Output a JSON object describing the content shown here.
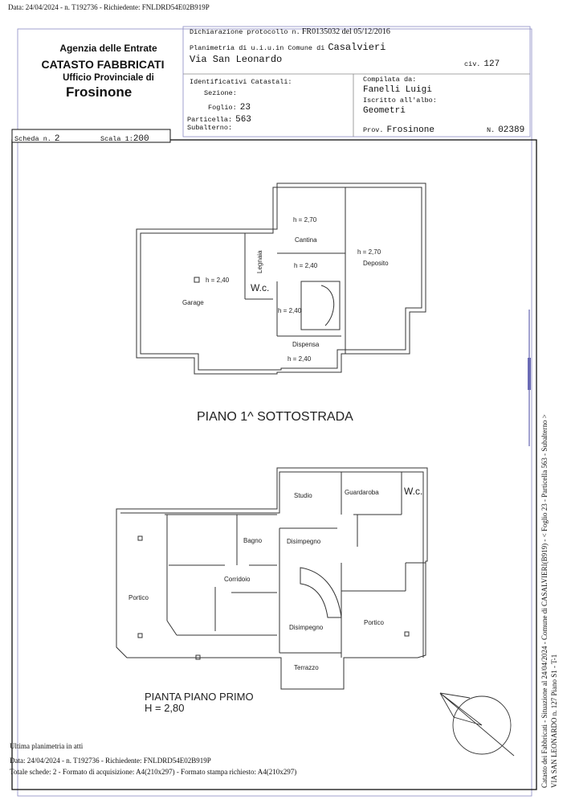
{
  "top_line": "Data: 24/04/2024 - n. T192736 - Richiedente: FNLDRD54E02B919P",
  "agency": {
    "line1": "Agenzia delle Entrate",
    "line2": "CATASTO FABBRICATI",
    "line3": "Ufficio Provinciale di",
    "line4": "Frosinone"
  },
  "declaration": {
    "protocol_label": "Dichiarazione protocollo n.",
    "protocol_value": "FR0135032 del  05/12/2016",
    "planimetria_label": "Planimetria di u.i.u.in Comune di",
    "comune": "Casalvieri",
    "address": "Via San Leonardo",
    "civ_label": "civ.",
    "civ_value": "127"
  },
  "identificativi": {
    "title": "Identificativi Catastali:",
    "sezione_label": "Sezione:",
    "foglio_label": "Foglio:",
    "foglio_value": "23",
    "particella_label": "Particella:",
    "particella_value": "563",
    "subalterno_label": "Subalterno:"
  },
  "compilata": {
    "label": "Compilata da:",
    "name": "Fanelli Luigi",
    "albo_label": "Iscritto all'albo:",
    "albo_value": "Geometri",
    "prov_label": "Prov.",
    "prov_value": "Frosinone",
    "n_label": "N.",
    "n_value": "02389"
  },
  "scheda": {
    "label": "Scheda n.",
    "value": "2",
    "scala_label": "Scala 1:",
    "scala_value": "200"
  },
  "plan_basement": {
    "title": "PIANO 1^  SOTTOSTRADA",
    "rooms": {
      "h_cantina": "h = 2,70",
      "cantina": "Cantina",
      "legnaia": "Legnaia",
      "h_legnaia": "h = 2,40",
      "h_deposito": "h = 2,70",
      "deposito": "Deposito",
      "h_garage": "h = 2,40",
      "wc": "W.c.",
      "h_scala": "h = 2,40",
      "garage": "Garage",
      "dispensa": "Dispensa",
      "h_dispensa": "h = 2,40"
    }
  },
  "plan_first": {
    "title": "PIANTA PIANO PRIMO",
    "height": "H = 2,80",
    "rooms": {
      "studio": "Studio",
      "guardaroba": "Guardaroba",
      "wc": "W.c.",
      "bagno": "Bagno",
      "disimpegno1": "Disimpegno",
      "corridoio": "Corridoio",
      "portico_left": "Portico",
      "disimpegno2": "Disimpegno",
      "portico_right": "Portico",
      "terrazzo": "Terrazzo"
    }
  },
  "side_text": {
    "line1": "Catasto dei Fabbricati - Situazione al 24/04/2024 - Comune di CASALVIERI(B919) - <  Foglio 23 - Particella  563 - Subalterno  >",
    "line2": "VIA SAN LEONARDO n. 127 Piano S1 - T-1"
  },
  "footer": {
    "ultima": "Ultima planimetria in atti",
    "data_line": "Data: 24/04/2024 - n. T192736 - Richiedente: FNLDRD54E02B919P",
    "totale_line": "Totale schede: 2 - Formato di acquisizione: A4(210x297)  - Formato stampa richiesto: A4(210x297)"
  },
  "colors": {
    "frame_blue": "#6b6bb5",
    "ink": "#111111"
  }
}
